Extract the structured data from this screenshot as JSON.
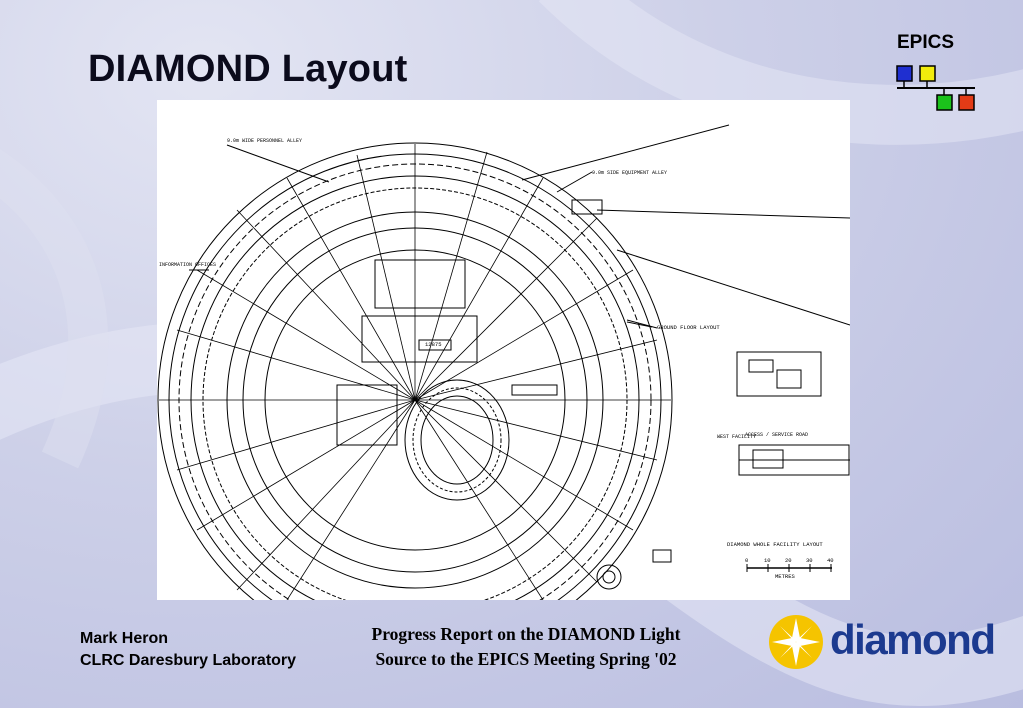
{
  "slide": {
    "title": "DIAMOND Layout",
    "colors": {
      "background": "#c9cce6",
      "title": "#0b0b1c",
      "diamond_brand": "#1c3a8f",
      "diamond_star": "#f5c400"
    }
  },
  "epics_logo": {
    "text": "EPICS",
    "squares": [
      "#1f2fd0",
      "#f2ec0c",
      "#1bc21b",
      "#e33b16"
    ]
  },
  "drawing": {
    "labels": {
      "floor_layout": "GROUND FLOOR LAYOUT",
      "whole_facility": "DIAMOND WHOLE FACILITY LAYOUT",
      "metres": "METRES",
      "scale_ticks": [
        "0",
        "10",
        "20",
        "30",
        "40"
      ],
      "dimension": "12875"
    }
  },
  "footer": {
    "author": "Mark Heron",
    "organisation": "CLRC Daresbury Laboratory",
    "report_line1": "Progress Report on the DIAMOND Light",
    "report_line2": "Source to the EPICS Meeting Spring '02"
  },
  "diamond_logo": {
    "text": "diamond"
  }
}
